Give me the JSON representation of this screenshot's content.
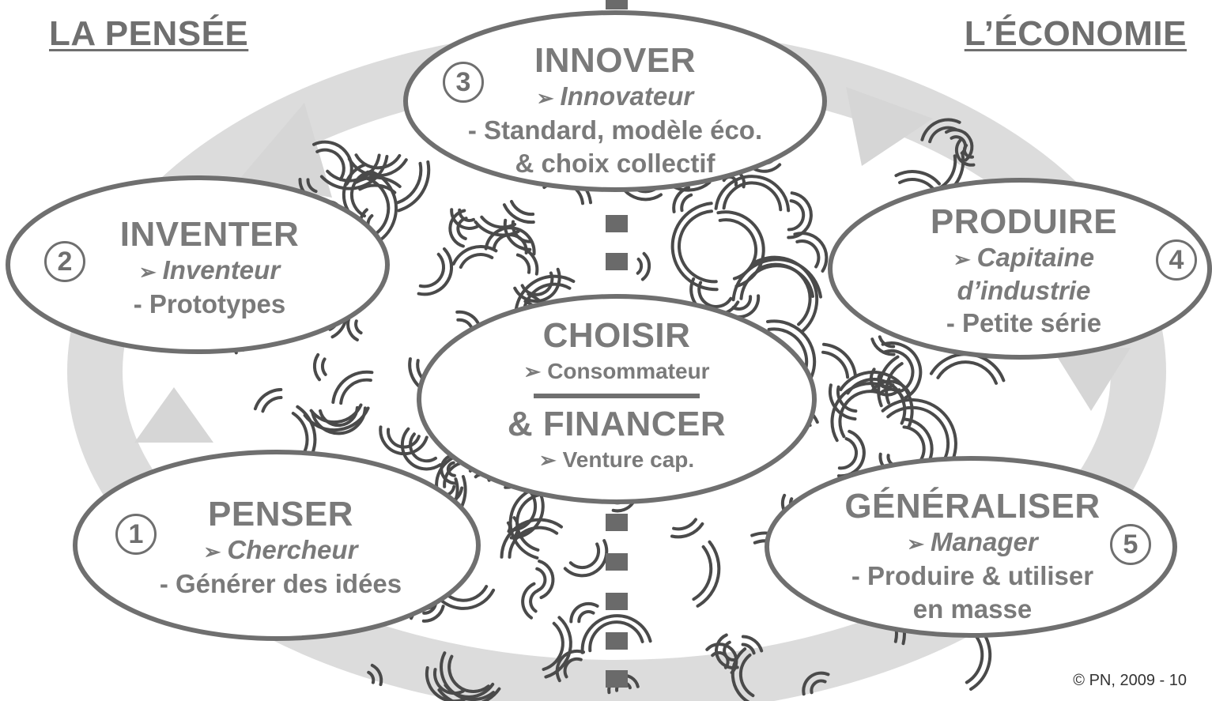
{
  "headings": {
    "left": "LA PENSÉE",
    "right": "L’ÉCONOMIE"
  },
  "nodes": {
    "innover": {
      "number": "3",
      "title": "INNOVER",
      "role": "Innovateur",
      "detail": [
        "- Standard, modèle éco.",
        "& choix collectif"
      ]
    },
    "inventer": {
      "number": "2",
      "title": "INVENTER",
      "role": "Inventeur",
      "detail": [
        "- Prototypes"
      ]
    },
    "produire": {
      "number": "4",
      "title": "PRODUIRE",
      "role": [
        "Capitaine",
        "d’industrie"
      ],
      "detail": [
        "- Petite série"
      ]
    },
    "penser": {
      "number": "1",
      "title": "PENSER",
      "role": "Chercheur",
      "detail": [
        "- Générer des idées"
      ]
    },
    "generaliser": {
      "number": "5",
      "title": "GÉNÉRALISER",
      "role": "Manager",
      "detail": [
        "- Produire & utiliser",
        "en masse"
      ]
    },
    "choisir": {
      "title": "CHOISIR",
      "role": "Consommateur",
      "title2": "& FINANCER",
      "role2": "Venture cap."
    }
  },
  "role_marker": "➢",
  "copyright": "© PN, 2009 - 10",
  "colors": {
    "text": "#6f6f6f",
    "outline": "#6f6f6f",
    "arrow_ring": "#d9d9d9",
    "maze": "#4a4a4a",
    "fill": "#ffffff"
  }
}
